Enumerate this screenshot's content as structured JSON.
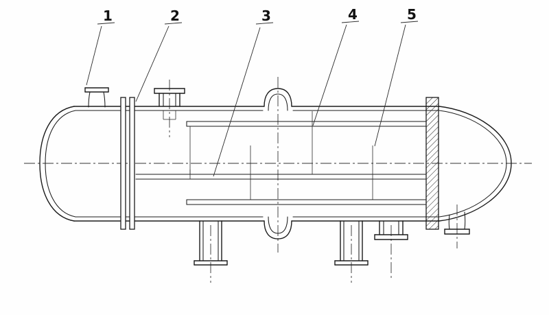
{
  "diagram": {
    "title": "shell-and-tube-heat-exchanger-technical-drawing",
    "line_color": "#1b1b1b",
    "background": "#fefefe",
    "callouts": [
      {
        "label": "1",
        "points_to": "top-left-small-nozzle"
      },
      {
        "label": "2",
        "points_to": "left-girth-flange"
      },
      {
        "label": "3",
        "points_to": "tube-bundle-middle"
      },
      {
        "label": "4",
        "points_to": "internal-baffle"
      },
      {
        "label": "5",
        "points_to": "tube-bundle-right"
      }
    ]
  }
}
